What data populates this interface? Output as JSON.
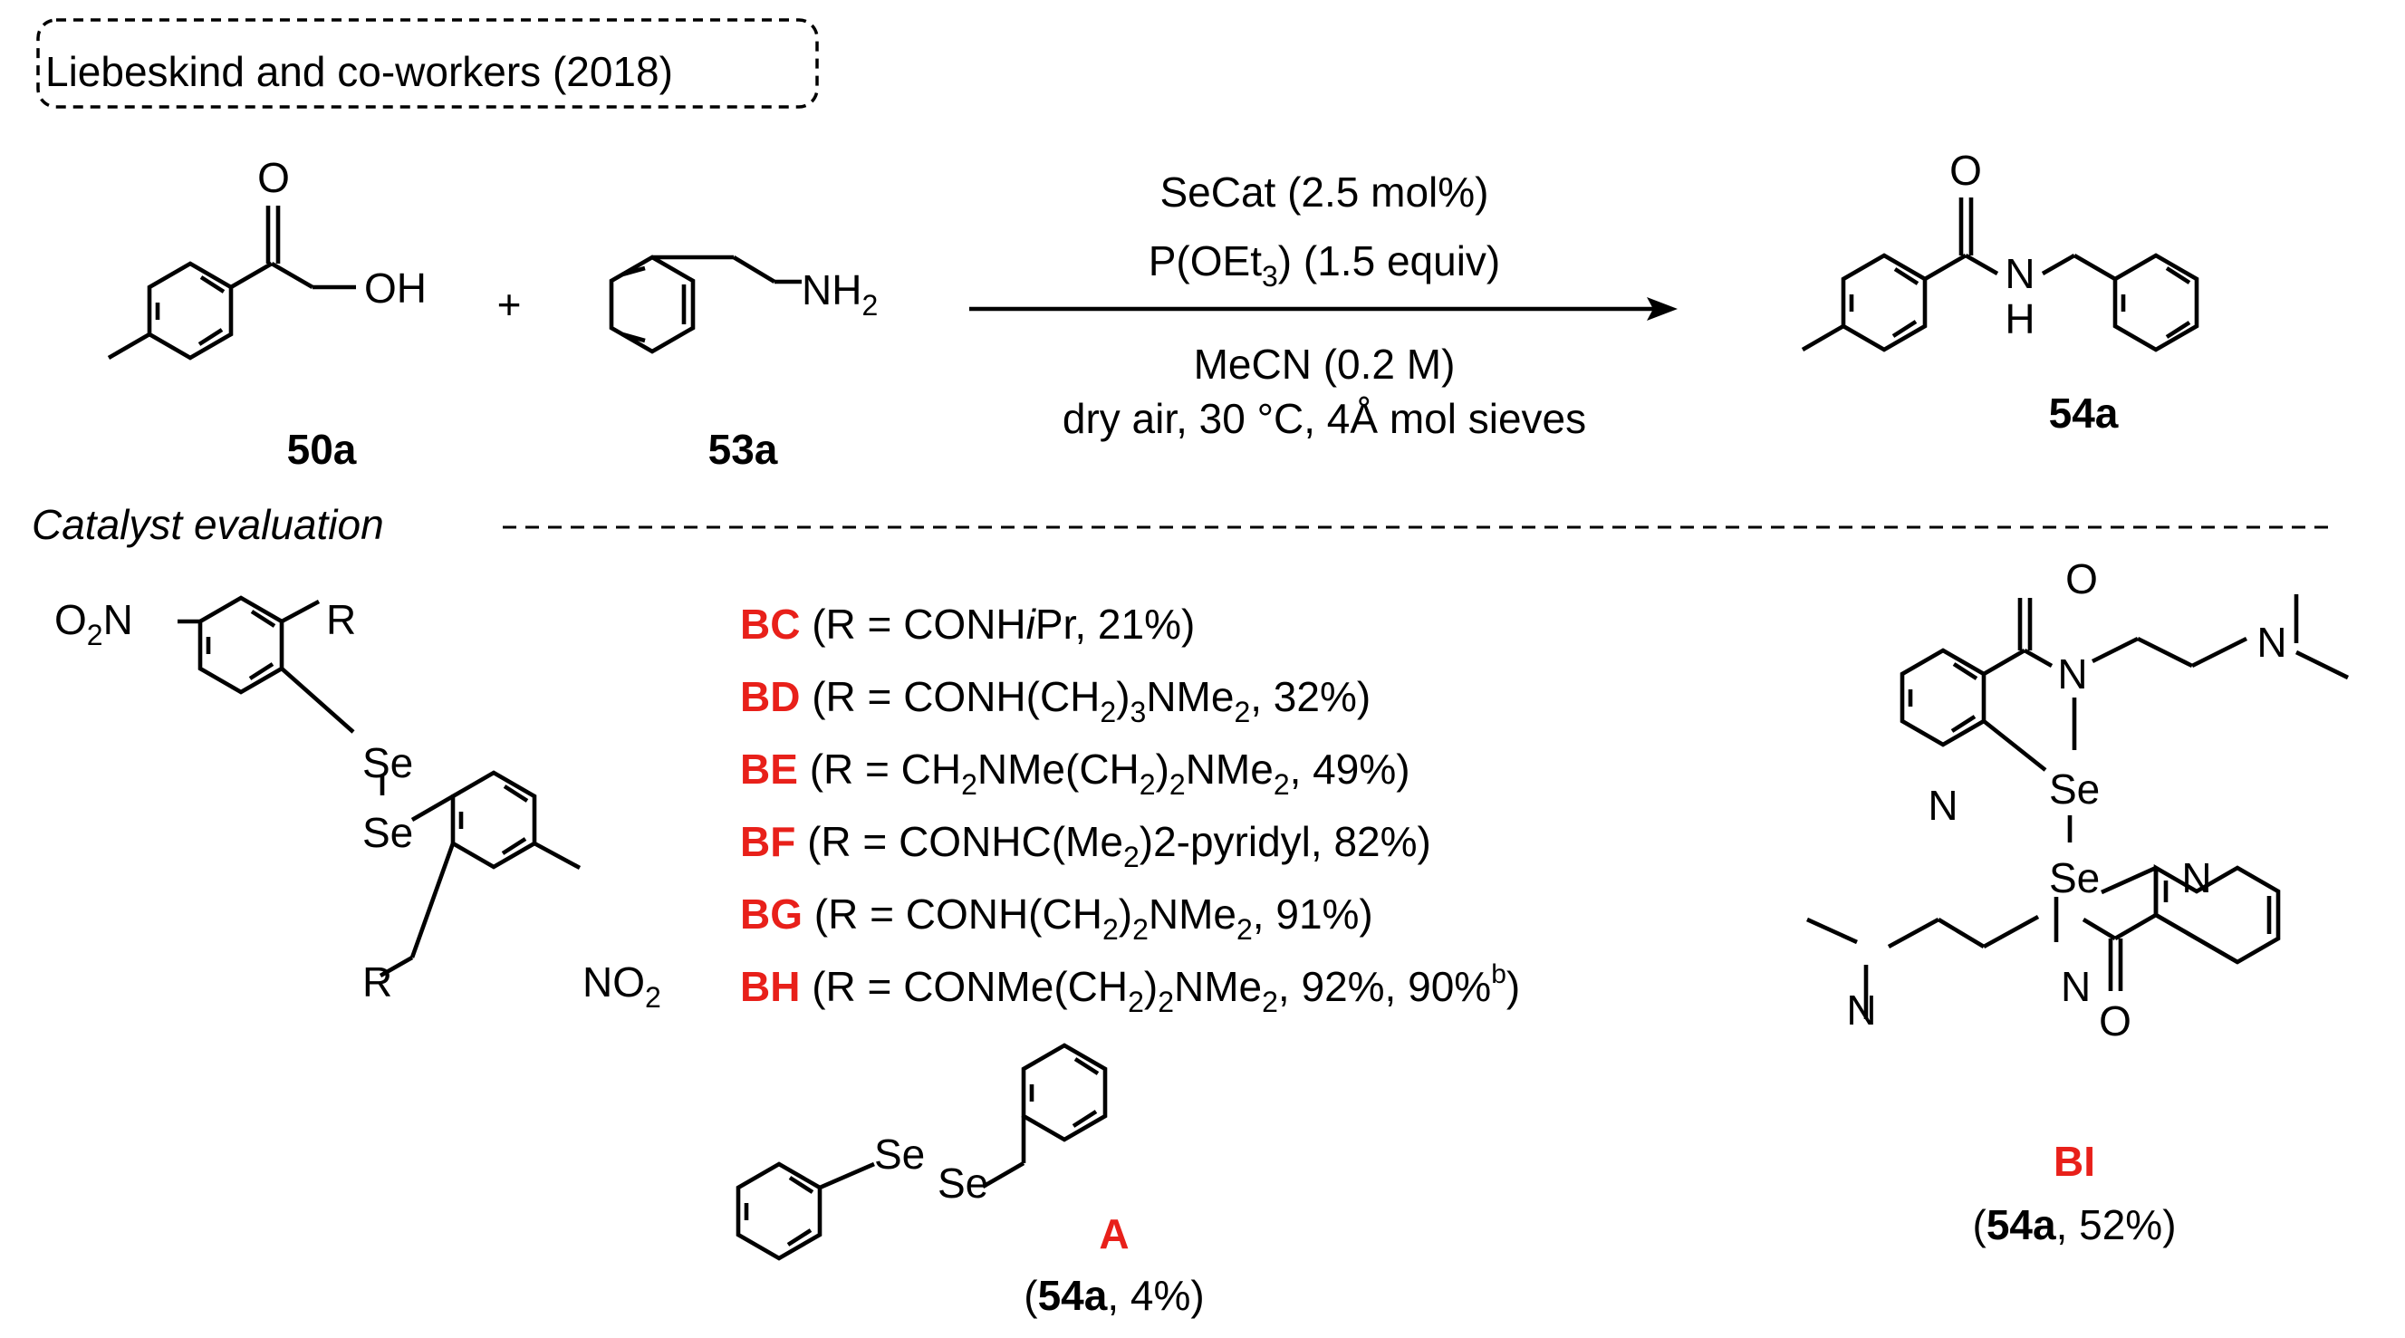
{
  "header": {
    "citation": "Liebeskind and co-workers (2018)"
  },
  "reaction": {
    "reactant1": {
      "id": "50a",
      "oh": "OH",
      "o": "O"
    },
    "plus": "+",
    "reactant2": {
      "id": "53a",
      "nh2": "NH",
      "nh2_sub": "2"
    },
    "conditions": {
      "catalyst": "SeCat (2.5 mol%)",
      "reagent_pre": "P(OEt",
      "reagent_sub": "3",
      "reagent_post": ") (1.5 equiv)",
      "solvent": "MeCN (0.2 M)",
      "extra": "dry air, 30 °C, 4Å mol sieves"
    },
    "product": {
      "id": "54a",
      "o": "O",
      "n": "N",
      "h": "H"
    }
  },
  "catalyst_section": {
    "title": "Catalyst evaluation",
    "general_structure": {
      "o2n": "O",
      "o2n_sub": "2",
      "o2n_n": "N",
      "r": "R",
      "se": "Se",
      "no2_n": "NO",
      "no2_sub": "2"
    },
    "entries": [
      {
        "id": "BC",
        "parts": [
          "(R = CONH",
          "i",
          "Pr, 21%)"
        ]
      },
      {
        "id": "BD",
        "parts": [
          "(R = CONH(CH",
          "2",
          ")",
          "3",
          "NMe",
          "2",
          ", 32%)"
        ]
      },
      {
        "id": "BE",
        "parts": [
          "(R = CH",
          "2",
          "NMe(CH",
          "2",
          ")",
          "2",
          "NMe",
          "2",
          ", 49%)"
        ]
      },
      {
        "id": "BF",
        "parts": [
          "(R = CONHC(Me",
          "2",
          ")2-pyridyl, 82%)"
        ]
      },
      {
        "id": "BG",
        "parts": [
          "(R = CONH(CH",
          "2",
          ")",
          "2",
          "NMe",
          "2",
          ", 91%)"
        ]
      },
      {
        "id": "BH",
        "parts": [
          "(R = CONMe(CH",
          "2",
          ")",
          "2",
          "NMe",
          "2",
          ", 92%, 90%",
          "b",
          ")"
        ]
      }
    ],
    "catalyst_A": {
      "id": "A",
      "se": "Se",
      "yield_open": "(",
      "yield_id": "54a",
      "yield_rest": ", 4%)"
    },
    "catalyst_BI": {
      "id": "BI",
      "n": "N",
      "o": "O",
      "se": "Se",
      "yield_open": "(",
      "yield_id": "54a",
      "yield_rest": ", 52%)"
    }
  },
  "colors": {
    "highlight": "#e8201a",
    "ink": "#000000"
  }
}
